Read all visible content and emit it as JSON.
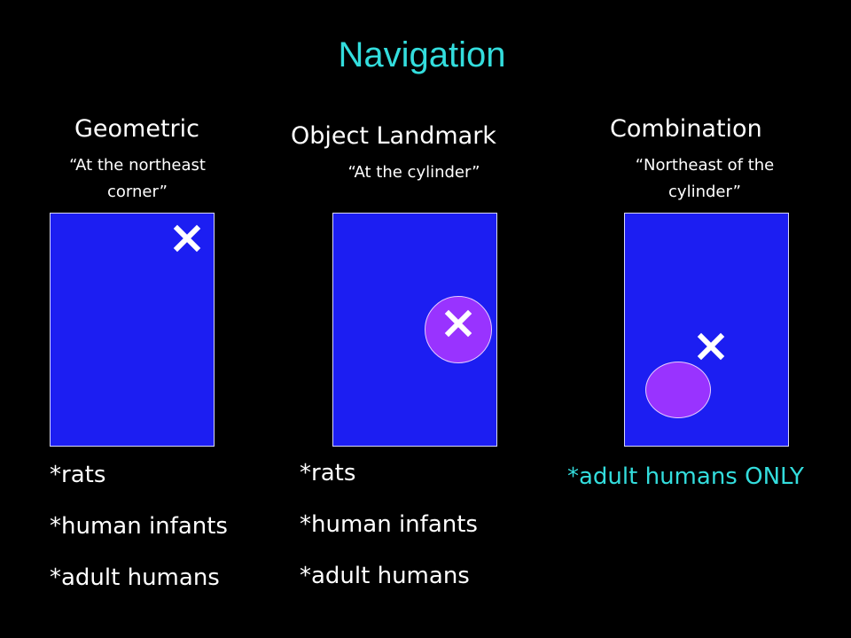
{
  "title": "Navigation",
  "colors": {
    "background": "#000000",
    "title": "#33dddd",
    "text": "#ffffff",
    "panel_fill": "#1c1ef2",
    "cylinder_fill": "#9933ff",
    "highlight": "#33dddd"
  },
  "columns": [
    {
      "heading": "Geometric",
      "quote_lines": [
        "“At the northeast",
        "corner”"
      ],
      "species": [
        "*rats",
        "*human infants",
        "*adult humans"
      ]
    },
    {
      "heading": "Object Landmark",
      "quote_lines": [
        "“At the cylinder”"
      ],
      "species": [
        "*rats",
        "*human infants",
        "*adult humans"
      ]
    },
    {
      "heading": "Combination",
      "quote_lines": [
        "“Northeast of the",
        "cylinder”"
      ],
      "species": [
        "*adult humans ONLY"
      ]
    }
  ],
  "icons": {
    "target": "x-mark-icon"
  }
}
